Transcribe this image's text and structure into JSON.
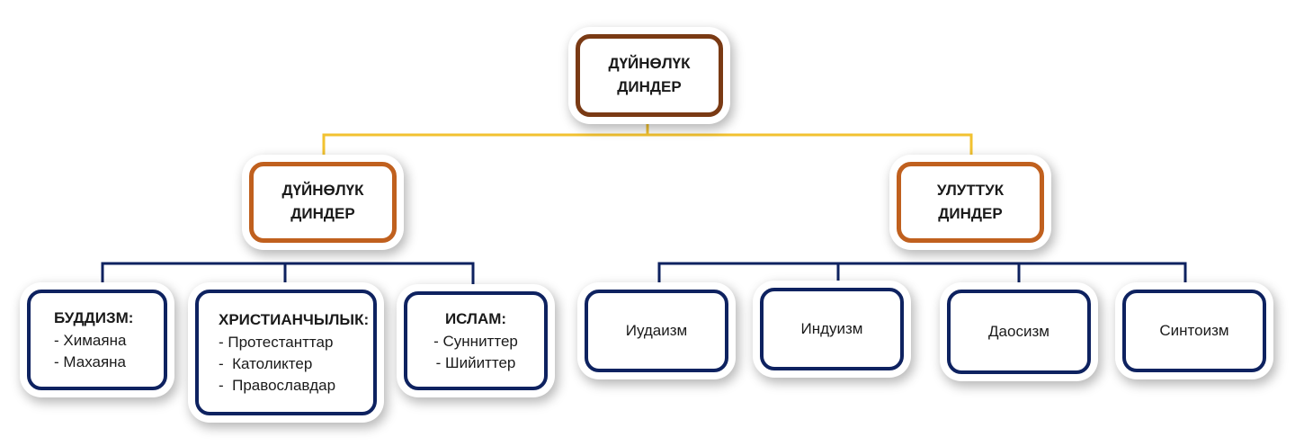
{
  "root": {
    "line1": "ДҮЙНӨЛҮК",
    "line2": "ДИНДЕР"
  },
  "world_group": {
    "line1": "ДҮЙНӨЛҮК",
    "line2": "ДИНДЕР"
  },
  "national_group": {
    "line1": "УЛУТТУК",
    "line2": "ДИНДЕР"
  },
  "world_religions": [
    {
      "title": "БУДДИЗМ:",
      "items": [
        "- Химаяна",
        "- Махаяна"
      ]
    },
    {
      "title": "ХРИСТИАНЧЫЛЫК:",
      "items": [
        "- Протестанттар",
        "-  Католиктер",
        "-  Православдар"
      ]
    },
    {
      "title": "ИСЛАМ:",
      "items": [
        "- Сунниттер",
        "- Шийиттер"
      ]
    }
  ],
  "national_religions": [
    "Иудаизм",
    "Индуизм",
    "Даосизм",
    "Синтоизм"
  ],
  "colors": {
    "root_border": "#7a3a14",
    "mid_border": "#c0601e",
    "leaf_border": "#0e2260",
    "top_connector": "#f2c230",
    "bottom_connector": "#0e2260"
  }
}
